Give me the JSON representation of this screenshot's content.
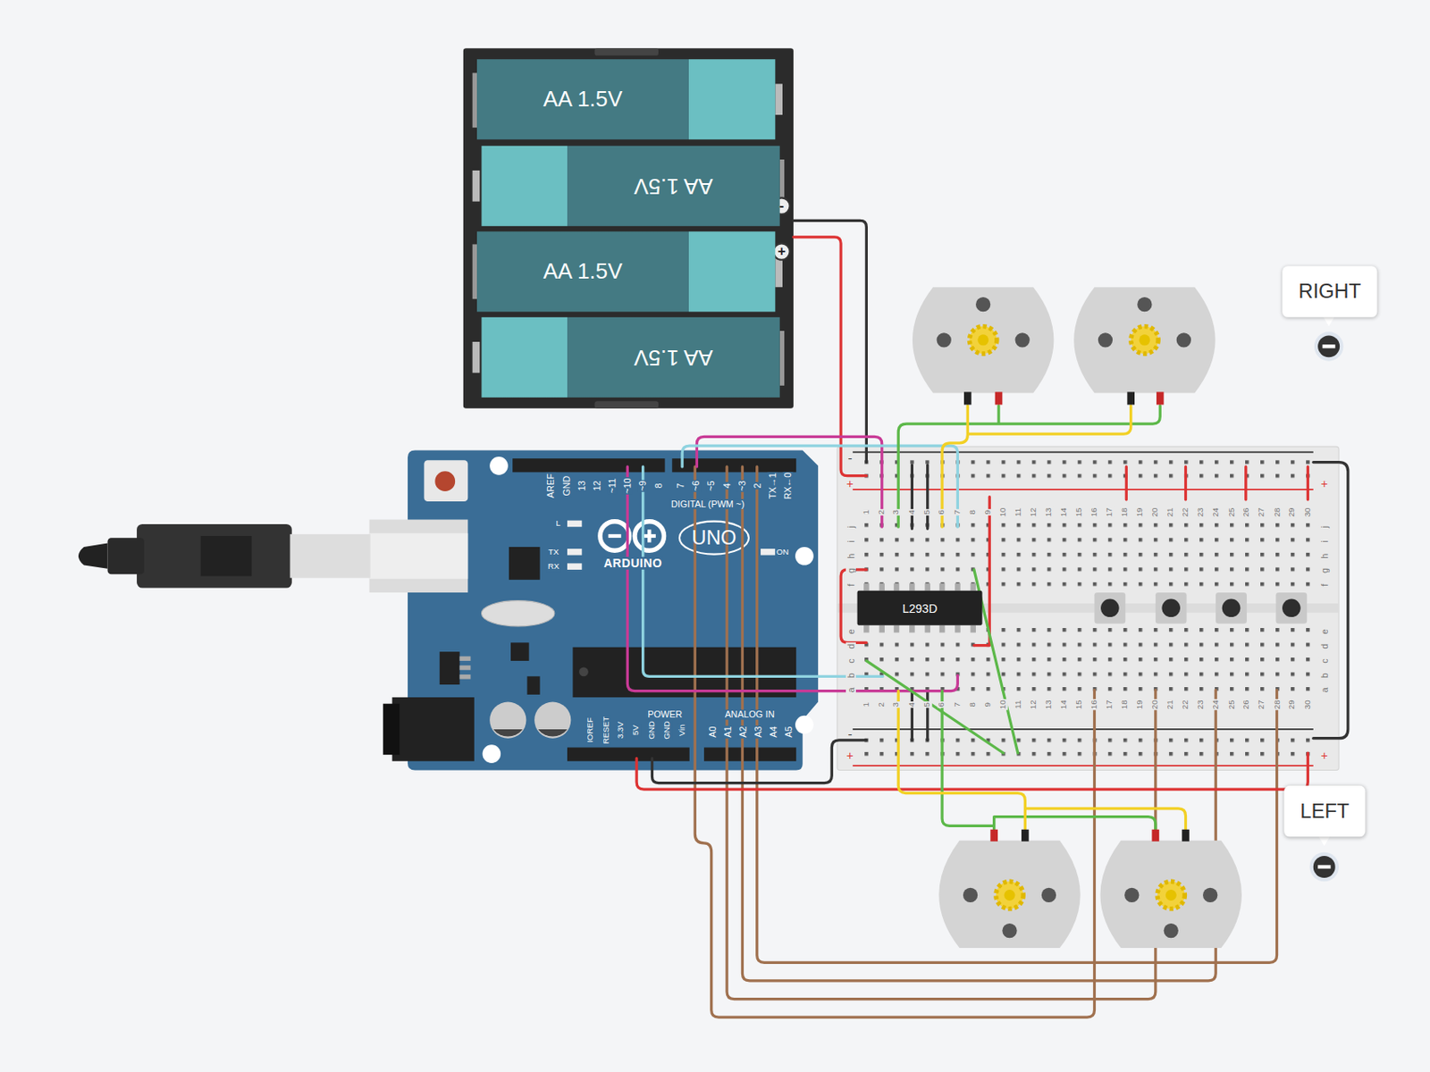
{
  "diagram": {
    "nodes": [
      {
        "text": [
          "AA 1.5V"
        ]
      },
      {
        "text": [
          "AA 1.5V"
        ]
      },
      {
        "text": [
          "AA 1.5V"
        ]
      },
      {
        "text": [
          "AA 1.5V"
        ]
      },
      {
        "text": [
          "RIGHT"
        ]
      },
      {
        "text": [
          "L293D"
        ]
      },
      {
        "text": [
          "LEFT"
        ]
      }
    ],
    "labels": [
      "-",
      "+",
      "AREF",
      "GND",
      "13",
      "12",
      "~11",
      "~10",
      "~9",
      "8",
      "7",
      "~6",
      "~5",
      "4",
      "~3",
      "2",
      "TX→1",
      "RX←0",
      "DIGITAL (PWM ~)",
      "L",
      "TX",
      "RX",
      "ARDUINO",
      "UNO",
      "ON",
      "IOREF",
      "RESET",
      "3.3V",
      "5V",
      "GND",
      "GND",
      "Vin",
      "POWER",
      "ANALOG IN",
      "A0",
      "A1",
      "A2",
      "A3",
      "A4",
      "A5",
      "1",
      "2",
      "3",
      "4",
      "5",
      "6",
      "7",
      "8",
      "9",
      "10",
      "11",
      "12",
      "13",
      "14",
      "15",
      "16",
      "17",
      "18",
      "19",
      "20",
      "21",
      "22",
      "23",
      "24",
      "25",
      "26",
      "27",
      "28",
      "29",
      "30",
      "1",
      "2",
      "3",
      "4",
      "5",
      "6",
      "7",
      "8",
      "9",
      "10",
      "11",
      "12",
      "13",
      "14",
      "15",
      "16",
      "17",
      "18",
      "19",
      "20",
      "21",
      "22",
      "23",
      "24",
      "25",
      "26",
      "27",
      "28",
      "29",
      "30",
      "j",
      "i",
      "h",
      "g",
      "f",
      "e",
      "d",
      "c",
      "b",
      "a",
      "j",
      "i",
      "h",
      "g",
      "f",
      "e",
      "d",
      "c",
      "b",
      "a",
      "-",
      "+",
      "+",
      "-",
      "+",
      "+"
    ]
  }
}
